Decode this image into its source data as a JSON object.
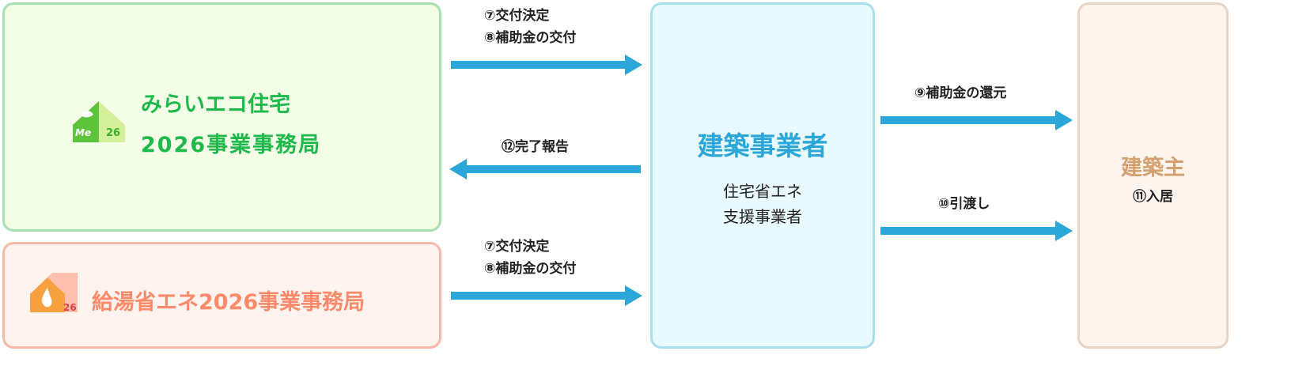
{
  "offices": {
    "mirai": {
      "line1": "みらいエコ住宅",
      "line2": "2026事業事務局",
      "logo_text": "Me 26",
      "color": "#1db94a"
    },
    "kyuto": {
      "title": "給湯省エネ2026事業事務局",
      "logo_text": "26",
      "color": "#ff8a6a"
    }
  },
  "builder": {
    "title": "建築事業者",
    "sub1": "住宅省エネ",
    "sub2": "支援事業者",
    "color": "#2aa6d8"
  },
  "owner": {
    "title": "建築主",
    "sub": "⑪入居",
    "color": "#d4a070"
  },
  "arrows": {
    "top": {
      "line1": "⑦交付決定",
      "line2": "⑧補助金の交付"
    },
    "report": {
      "label": "⑫完了報告"
    },
    "bottom": {
      "line1": "⑦交付決定",
      "line2": "⑧補助金の交付"
    },
    "refund": {
      "label": "⑨補助金の還元"
    },
    "handover": {
      "label": "⑩引渡し"
    }
  },
  "arrow_color": "#2aa6d8"
}
